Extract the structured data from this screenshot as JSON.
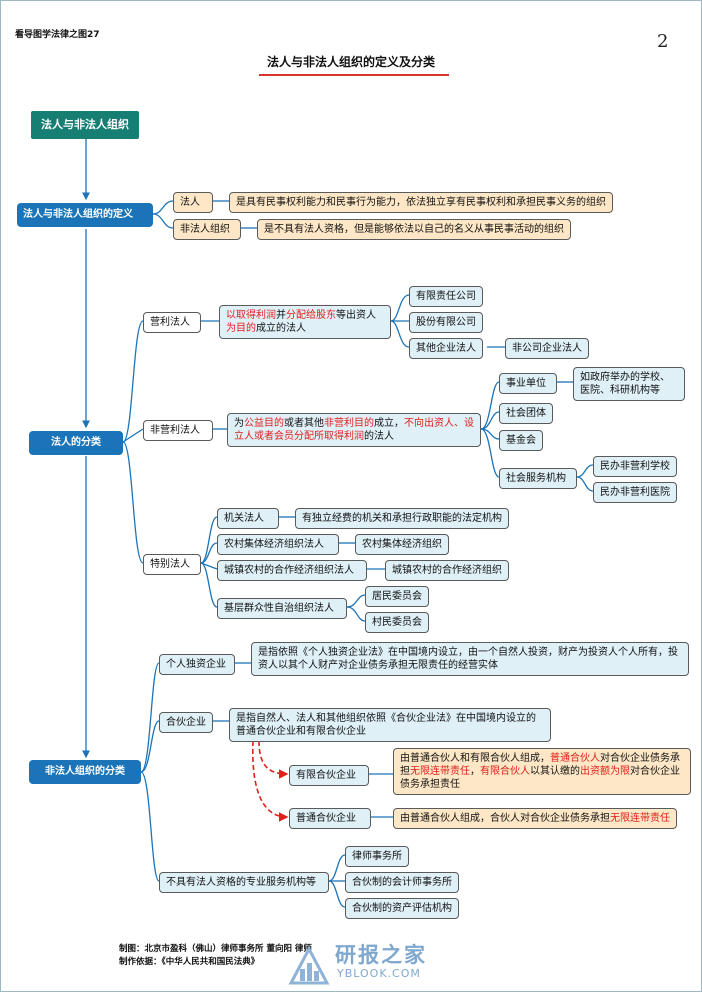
{
  "header": {
    "series": "看导图学法律之图27",
    "page_number": "2",
    "title": "法人与非法人组织的定义及分类"
  },
  "root": "法人与非法人组织",
  "definition": {
    "label": "法人与非法人组织的定义",
    "faren": {
      "label": "法人",
      "desc": "是具有民事权利能力和民事行为能力，依法独立享有民事权利和承担民事义务的组织"
    },
    "feifaren": {
      "label": "非法人组织",
      "desc": "是不具有法人资格，但是能够依法以自己的名义从事民事活动的组织"
    }
  },
  "faren_class": {
    "label": "法人的分类",
    "yingli": {
      "label": "营利法人",
      "desc": {
        "p1": "以取得利润",
        "p2": "并",
        "p3": "分配给股东",
        "p4": "等出资人",
        "p5": "为目的",
        "p6": "成立的法人"
      },
      "children": [
        "有限责任公司",
        "股份有限公司",
        "其他企业法人"
      ],
      "sub": "非公司企业法人"
    },
    "feiyingli": {
      "label": "非营利法人",
      "desc": {
        "p1": "为",
        "p2": "公益目的",
        "p3": "或者其他",
        "p4": "非营利目的",
        "p5": "成立，",
        "p6": "不向出资人、",
        "p7": "设立人或者会员分配所取得利润",
        "p8": "的法人"
      },
      "children": [
        "事业单位",
        "社会团体",
        "基金会",
        "社会服务机构"
      ],
      "shiye_desc": "如政府举办的学校、医院、科研机构等",
      "shehui_children": [
        "民办非营利学校",
        "民办非营利医院"
      ]
    },
    "teibie": {
      "label": "特别法人",
      "items": [
        {
          "label": "机关法人",
          "desc": "有独立经费的机关和承担行政职能的法定机构"
        },
        {
          "label": "农村集体经济组织法人",
          "desc": "农村集体经济组织"
        },
        {
          "label": "城镇农村的合作经济组织法人",
          "desc": "城镇农村的合作经济组织"
        },
        {
          "label": "基层群众性自治组织法人",
          "children": [
            "居民委员会",
            "村民委员会"
          ]
        }
      ]
    }
  },
  "feifaren_class": {
    "label": "非法人组织的分类",
    "geren": {
      "label": "个人独资企业",
      "desc": "是指依照《个人独资企业法》在中国境内设立，由一个自然人投资，财产为投资人个人所有，投资人以其个人财产对企业债务承担无限责任的经营实体"
    },
    "hehuo": {
      "label": "合伙企业",
      "desc": "是指自然人、法人和其他组织依照《合伙企业法》在中国境内设立的普通合伙企业和有限合伙企业",
      "youxian": {
        "label": "有限合伙企业",
        "d1": "由普通合伙人和有限合伙人组成，",
        "d2": "普通合伙人",
        "d3": "对合伙企业债务承担",
        "d4": "无限连带责任",
        "d5": "，",
        "d6": "有限合伙人",
        "d7": "以其认缴的",
        "d8": "出资额为限",
        "d9": "对合伙企业债务承担责任"
      },
      "putong": {
        "label": "普通合伙企业",
        "d1": "由普通合伙人组成，合伙人对合伙企业债务承担",
        "d2": "无限连带责任"
      }
    },
    "zhuanye": {
      "label": "不具有法人资格的专业服务机构等",
      "children": [
        "律师事务所",
        "合伙制的会计师事务所",
        "合伙制的资产评估机构"
      ]
    }
  },
  "footer": {
    "line1": "制图：北京市盈科（佛山）律师事务所  董向阳 律师",
    "line2": "制作依据：《中华人民共和国民法典》",
    "watermark_cn": "研报之家",
    "watermark_en": "YBLOOK.COM"
  },
  "colors": {
    "accent_blue": "#1b74b8",
    "accent_teal": "#177e74",
    "highlight_red": "#e0201b",
    "tan": "#fde7c6",
    "light_blue": "#dff0f7"
  }
}
